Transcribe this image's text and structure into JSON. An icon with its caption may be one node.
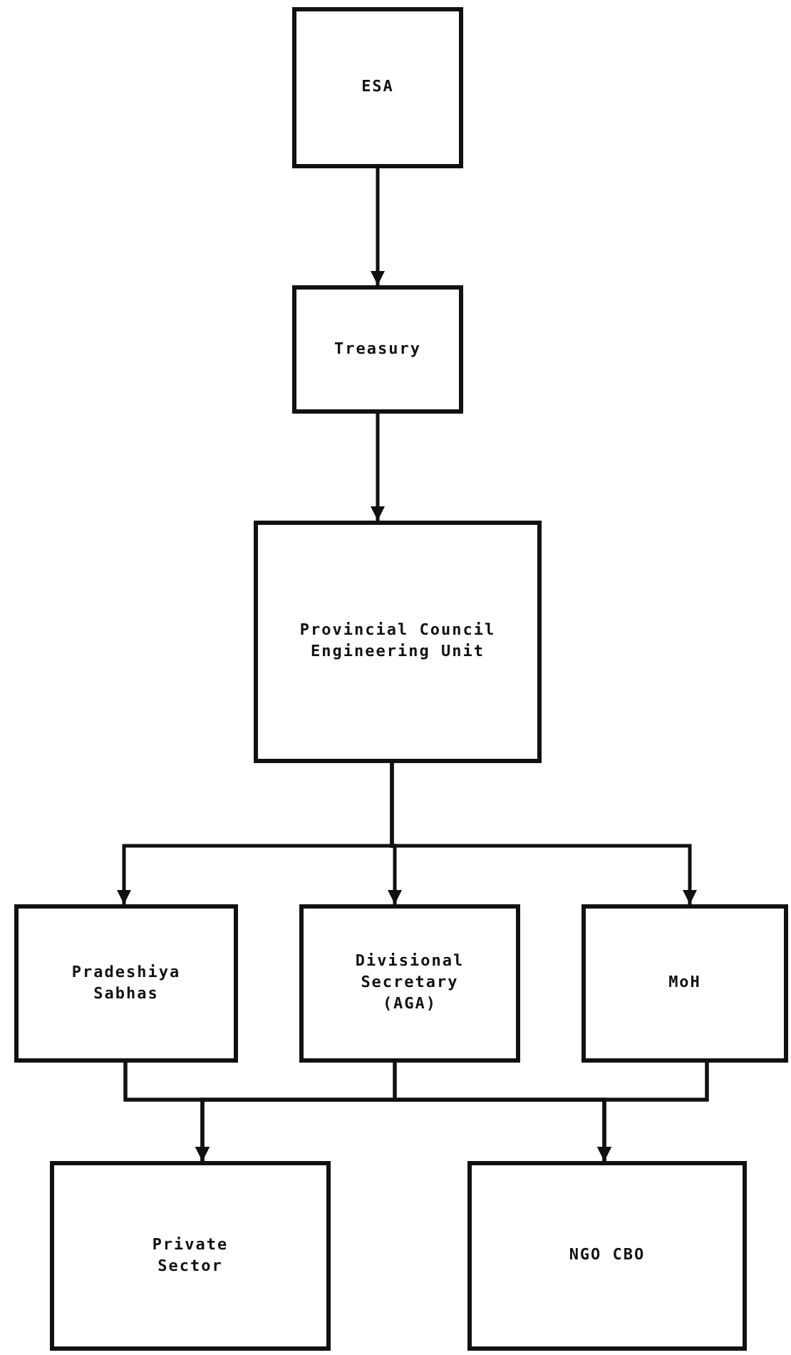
{
  "diagram": {
    "nodes": [
      {
        "text": [
          "ESA"
        ]
      },
      {
        "text": [
          "Treasury"
        ]
      },
      {
        "text": [
          "Provincial Council Engineering Unit"
        ]
      },
      {
        "text": [
          "Pradeshiya Sabhas"
        ]
      },
      {
        "text": [
          "Divisional Secretary (AGA)"
        ]
      },
      {
        "text": [
          "MoH"
        ]
      },
      {
        "text": [
          "Private Sector"
        ]
      },
      {
        "text": [
          "NGO CBO"
        ]
      }
    ],
    "edges": [
      {
        "from": 0,
        "to": 1,
        "arrow": "to"
      },
      {
        "from": 1,
        "to": 2,
        "arrow": "to"
      },
      {
        "from": 2,
        "to": 3,
        "arrow": "to"
      },
      {
        "from": 2,
        "to": 4,
        "arrow": "to"
      },
      {
        "from": 2,
        "to": 5,
        "arrow": "to"
      },
      {
        "from": 3,
        "to": 6,
        "arrow": "to"
      },
      {
        "from": 3,
        "to": 7,
        "arrow": "to"
      },
      {
        "from": 4,
        "to": 6,
        "arrow": "to"
      },
      {
        "from": 4,
        "to": 7,
        "arrow": "to"
      },
      {
        "from": 5,
        "to": 6,
        "arrow": "to"
      },
      {
        "from": 5,
        "to": 7,
        "arrow": "to"
      }
    ]
  }
}
